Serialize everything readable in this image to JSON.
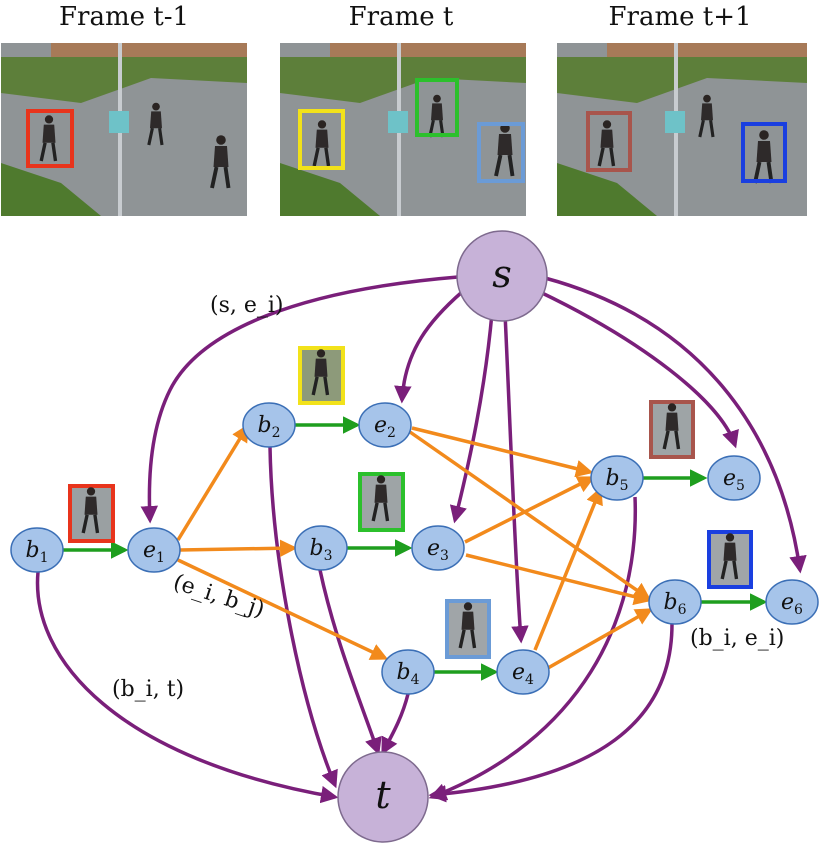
{
  "frames": [
    {
      "title": "Frame t-1"
    },
    {
      "title": "Frame t"
    },
    {
      "title": "Frame t+1"
    }
  ],
  "nodes": {
    "s": "s",
    "t": "t",
    "b1": {
      "base": "b",
      "sub": "1"
    },
    "e1": {
      "base": "e",
      "sub": "1"
    },
    "b2": {
      "base": "b",
      "sub": "2"
    },
    "e2": {
      "base": "e",
      "sub": "2"
    },
    "b3": {
      "base": "b",
      "sub": "3"
    },
    "e3": {
      "base": "e",
      "sub": "3"
    },
    "b4": {
      "base": "b",
      "sub": "4"
    },
    "e4": {
      "base": "e",
      "sub": "4"
    },
    "b5": {
      "base": "b",
      "sub": "5"
    },
    "e5": {
      "base": "e",
      "sub": "5"
    },
    "b6": {
      "base": "b",
      "sub": "6"
    },
    "e6": {
      "base": "e",
      "sub": "6"
    }
  },
  "edge_labels": {
    "source": "(s, e_i)",
    "transition": "(e_i, b_j)",
    "sink": "(b_i, t)",
    "observation": "(b_i, e_i)"
  },
  "colors": {
    "node_fill": "#a6c4ea",
    "node_stroke": "#3b6fb6",
    "terminal_fill": "#c7b2d8",
    "source_sink_edge": "#7a1f7a",
    "observation_edge": "#1e9e1e",
    "transition_edge": "#f28a1c",
    "box_red": "#e8341c",
    "box_yellow": "#f2e21a",
    "box_green": "#2cc02c",
    "box_lightblue": "#6b9bd6",
    "box_brown": "#a8554c",
    "box_blue": "#1a3fe0"
  }
}
